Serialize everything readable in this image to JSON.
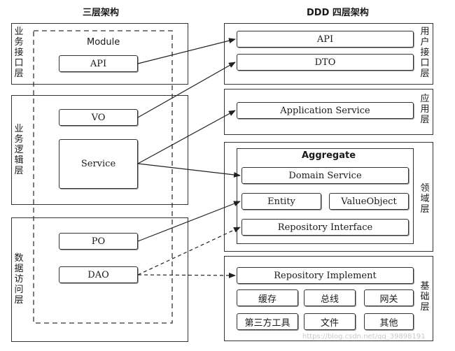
{
  "left": {
    "title": "三层架构",
    "module_label": "Module",
    "layers": [
      {
        "label": [
          "业",
          "务",
          "接",
          "口",
          "层"
        ]
      },
      {
        "label": [
          "业",
          "务",
          "逻",
          "辑",
          "层"
        ]
      },
      {
        "label": [
          "数",
          "据",
          "访",
          "问",
          "层"
        ]
      }
    ],
    "boxes": {
      "api": "API",
      "vo": "VO",
      "service": "Service",
      "po": "PO",
      "dao": "DAO"
    }
  },
  "right": {
    "title": "DDD 四层架构",
    "layers": [
      {
        "label": [
          "用",
          "户",
          "接",
          "口",
          "层"
        ]
      },
      {
        "label": [
          "应",
          "用",
          "层"
        ]
      },
      {
        "label": [
          "领",
          "域",
          "层"
        ]
      },
      {
        "label": [
          "基",
          "础",
          "层"
        ]
      }
    ],
    "boxes": {
      "api": "API",
      "dto": "DTO",
      "app_service": "Application Service",
      "aggregate": "Aggregate",
      "domain_service": "Domain Service",
      "entity": "Entity",
      "value_object": "ValueObject",
      "repo_interface": "Repository Interface",
      "repo_impl": "Repository Implement",
      "cache": "缓存",
      "bus": "总线",
      "gateway": "网关",
      "third_party": "第三方工具",
      "file": "文件",
      "other": "其他"
    }
  },
  "watermark": "https://blog.csdn.net/qq_39898191"
}
